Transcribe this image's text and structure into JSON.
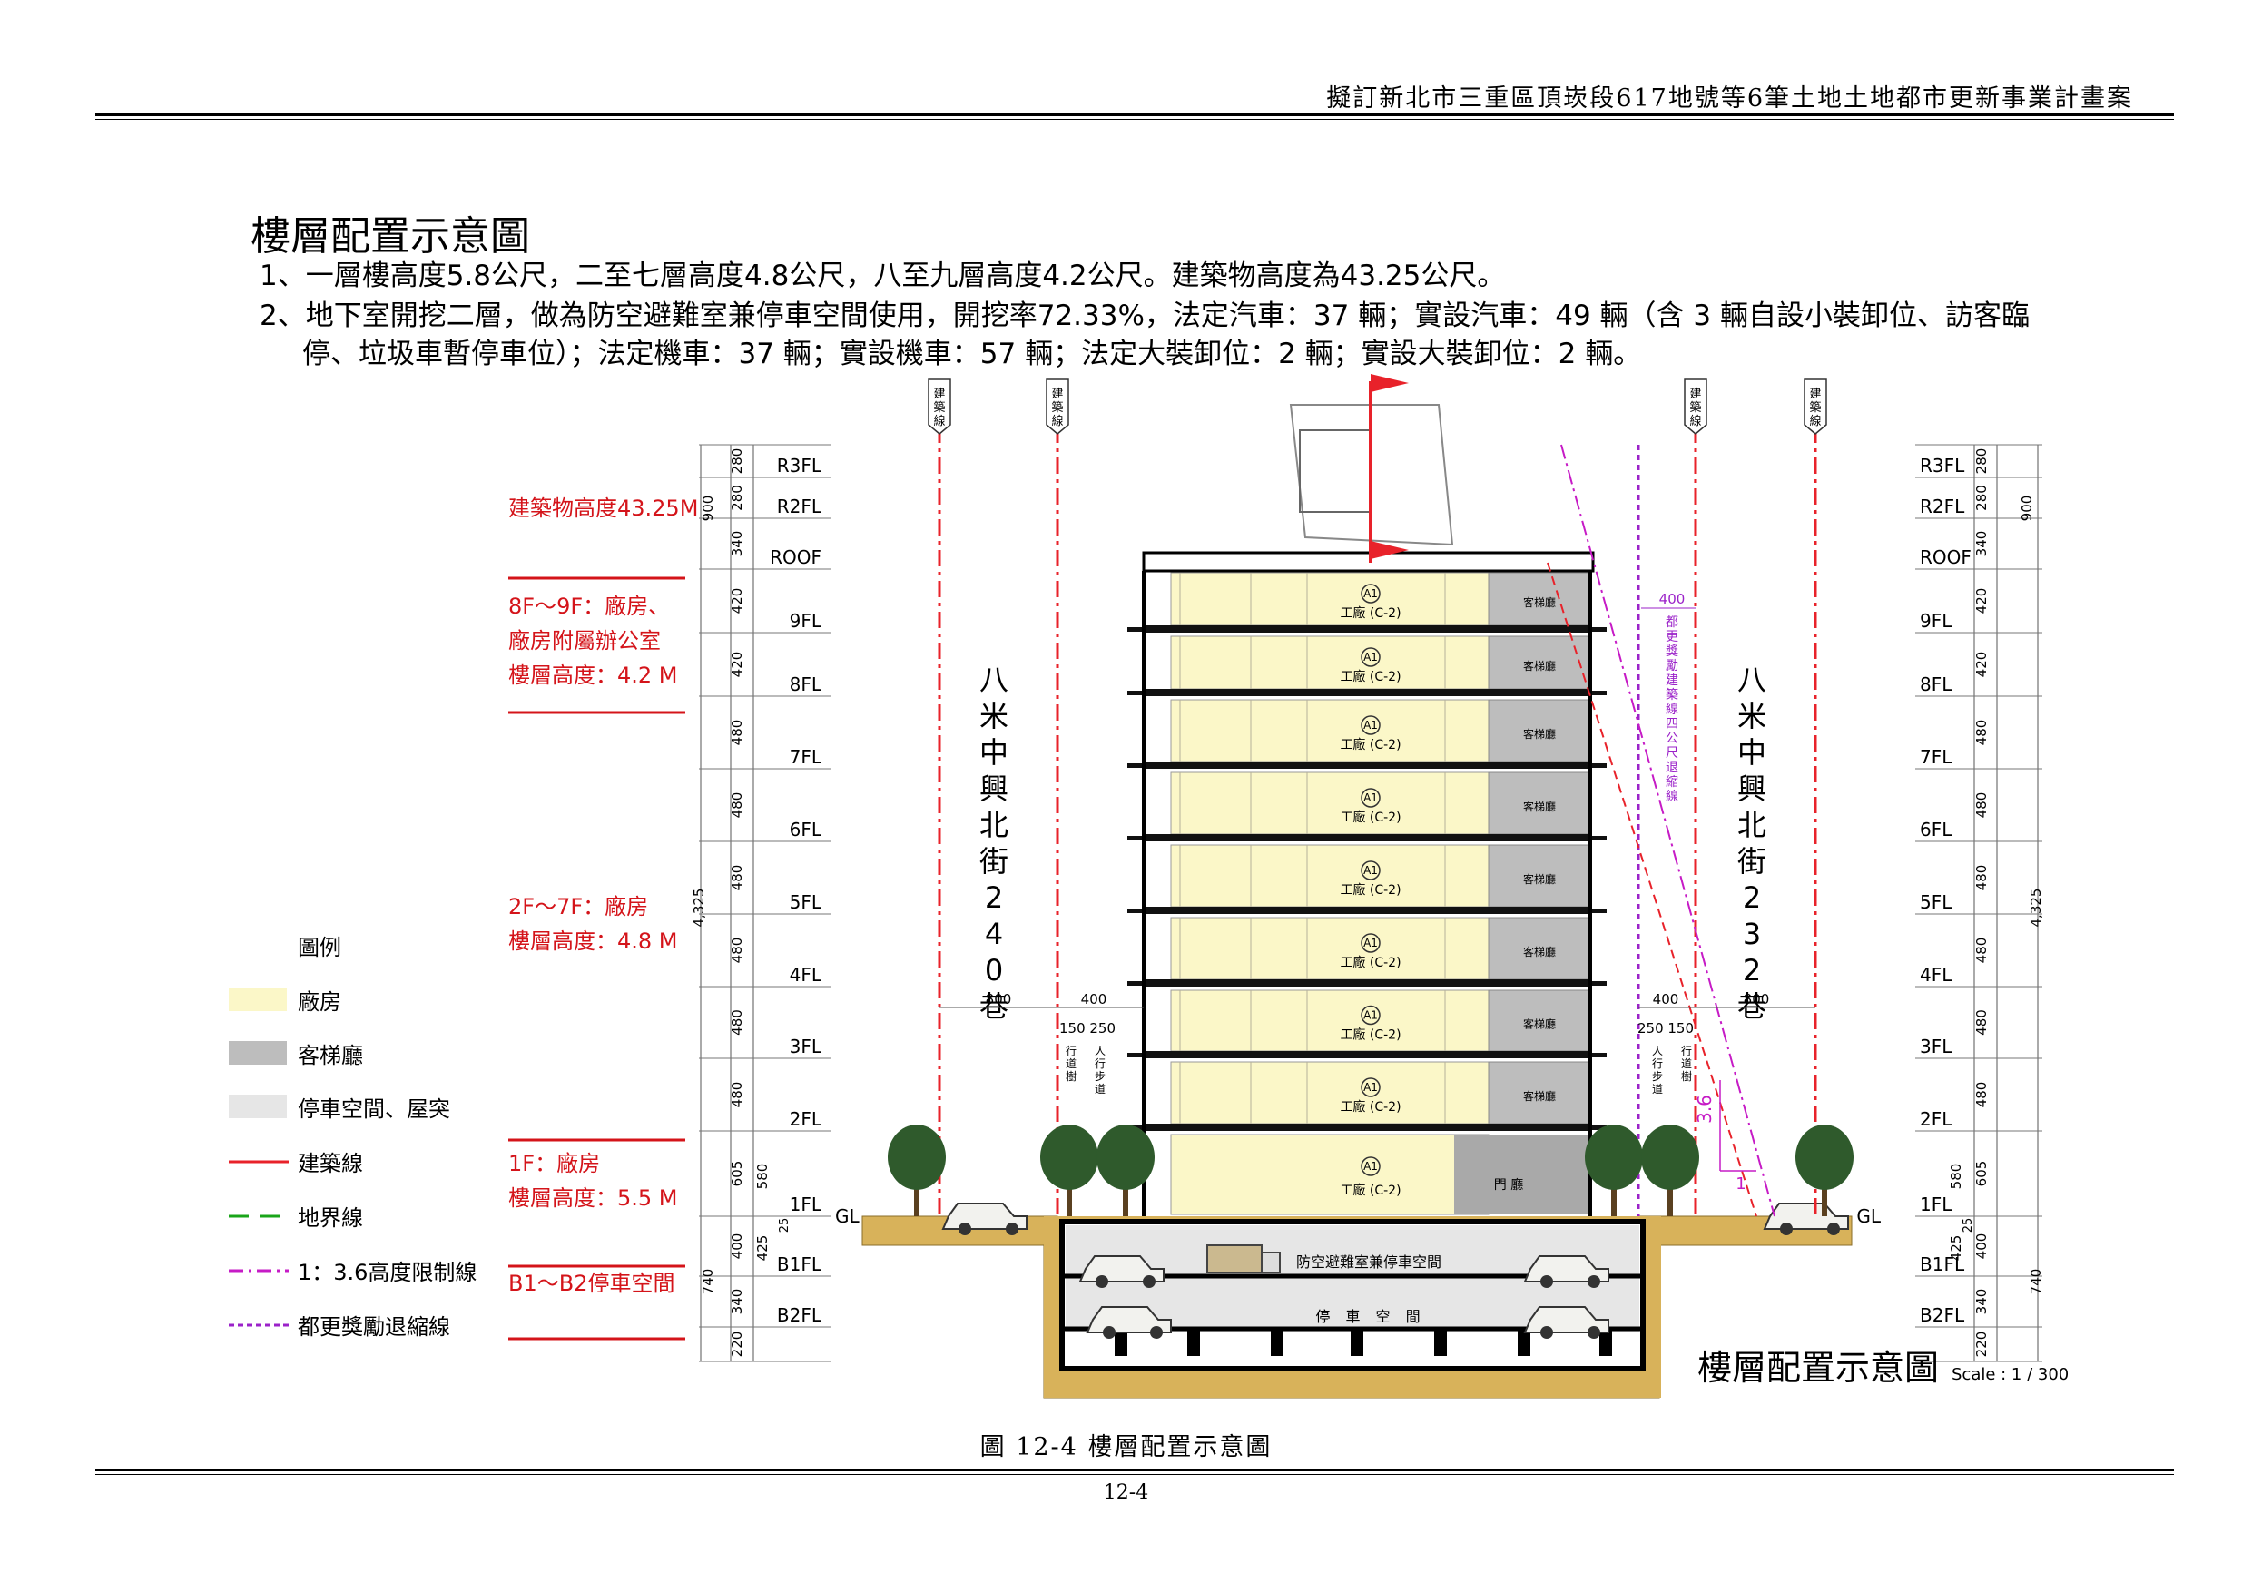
{
  "header": {
    "document_title": "擬訂新北市三重區頂崁段617地號等6筆土地土地都市更新事業計畫案"
  },
  "page": {
    "title": "樓層配置示意圖",
    "notes": [
      "1、一層樓高度5.8公尺，二至七層高度4.8公尺，八至九層高度4.2公尺。建築物高度為43.25公尺。",
      "2、地下室開挖二層，做為防空避難室兼停車空間使用，開挖率72.33%，法定汽車：37 輛；實設汽車：49 輛（含 3 輛自設小裝卸位、訪客臨",
      "停、垃圾車暫停車位）；法定機車：37 輛；實設機車：57 輛；法定大裝卸位：2 輛；實設大裝卸位：2 輛。"
    ],
    "figure_caption": "圖 12-4 樓層配置示意圖",
    "page_number": "12-4"
  },
  "colors": {
    "factory": "#fbf7c8",
    "lobby": "#bdbdbd",
    "parking": "#e6e6e6",
    "building_line": "#e8222a",
    "height_limit": "#c61bc6",
    "setback_line": "#9b22c9",
    "ground": "#d8b25a"
  },
  "legend": {
    "title": "圖例",
    "items": [
      {
        "label": "廠房",
        "kind": "swatch",
        "color": "#fbf7c8"
      },
      {
        "label": "客梯廳",
        "kind": "swatch",
        "color": "#bdbdbd"
      },
      {
        "label": "停車空間、屋突",
        "kind": "swatch",
        "color": "#e6e6e6"
      },
      {
        "label": "建築線",
        "kind": "line",
        "color": "#e8222a"
      },
      {
        "label": "地界線",
        "kind": "dash",
        "color": "#1aa51a"
      },
      {
        "label": "1：3.6高度限制線",
        "kind": "dashdot",
        "color": "#c61bc6"
      },
      {
        "label": "都更獎勵退縮線",
        "kind": "dot",
        "color": "#9b22c9"
      }
    ]
  },
  "annotations": {
    "building_height": "建築物高度43.25M",
    "upper_use_lines": [
      "8F～9F：廠房、",
      "廠房附屬辦公室",
      "樓層高度：4.2 M"
    ],
    "middle_use_lines": [
      "2F～7F：廠房",
      "樓層高度：4.8 M"
    ],
    "ground_use_lines": [
      "1F：廠房",
      "樓層高度：5.5 M"
    ],
    "basement_use": "B1～B2停車空間"
  },
  "levels": [
    "R3FL",
    "R2FL",
    "ROOF",
    "9FL",
    "8FL",
    "7FL",
    "6FL",
    "5FL",
    "4FL",
    "3FL",
    "2FL",
    "1FL",
    "B1FL",
    "B2FL"
  ],
  "level_dims": [
    "280",
    "280",
    "340",
    "420",
    "420",
    "480",
    "480",
    "480",
    "480",
    "480",
    "480",
    "605",
    "400",
    "340",
    "220"
  ],
  "level_dims_inner": {
    "first": "580",
    "b1": "425",
    "b2": "740",
    "roof_block": "900",
    "total": "4,325",
    "gl_offset": "25"
  },
  "ground_label": "GL",
  "streets": {
    "left": "八米中興北街240巷",
    "right": "八米中興北街232巷"
  },
  "building_line_label": "建築線",
  "setback_label": "都更獎勵建築線四公尺退縮線",
  "setback_dim": "400",
  "street_dims": {
    "left_road": "800",
    "left_walk": "400",
    "left_split": "150 250",
    "right_road": "800",
    "right_walk": "400",
    "right_split": "250 150"
  },
  "sidewalk_labels": {
    "road_strip": "行道樹",
    "walk": "人行步道"
  },
  "height_ratio": {
    "rise": "3.6",
    "run": "1"
  },
  "floor_unit": {
    "code": "A1",
    "use": "工廠 (C-2)",
    "lobby": "客梯廳"
  },
  "ground_lobby": "門 廳",
  "basement_labels": {
    "b1": "防空避難室兼停車空間",
    "b2": "停 車 空 間"
  },
  "drawing_title": "樓層配置示意圖",
  "scale": "Scale : 1 / 300"
}
